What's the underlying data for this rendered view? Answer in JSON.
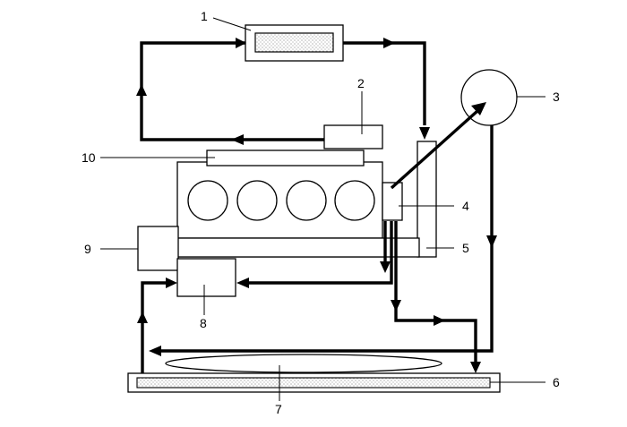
{
  "diagram": {
    "labels": {
      "l1": "1",
      "l2": "2",
      "l3": "3",
      "l4": "4",
      "l5": "5",
      "l6": "6",
      "l7": "7",
      "l8": "8",
      "l9": "9",
      "l10": "10"
    },
    "colors": {
      "line": "#000000",
      "background": "#ffffff",
      "stipple_dot": "#555555"
    }
  }
}
